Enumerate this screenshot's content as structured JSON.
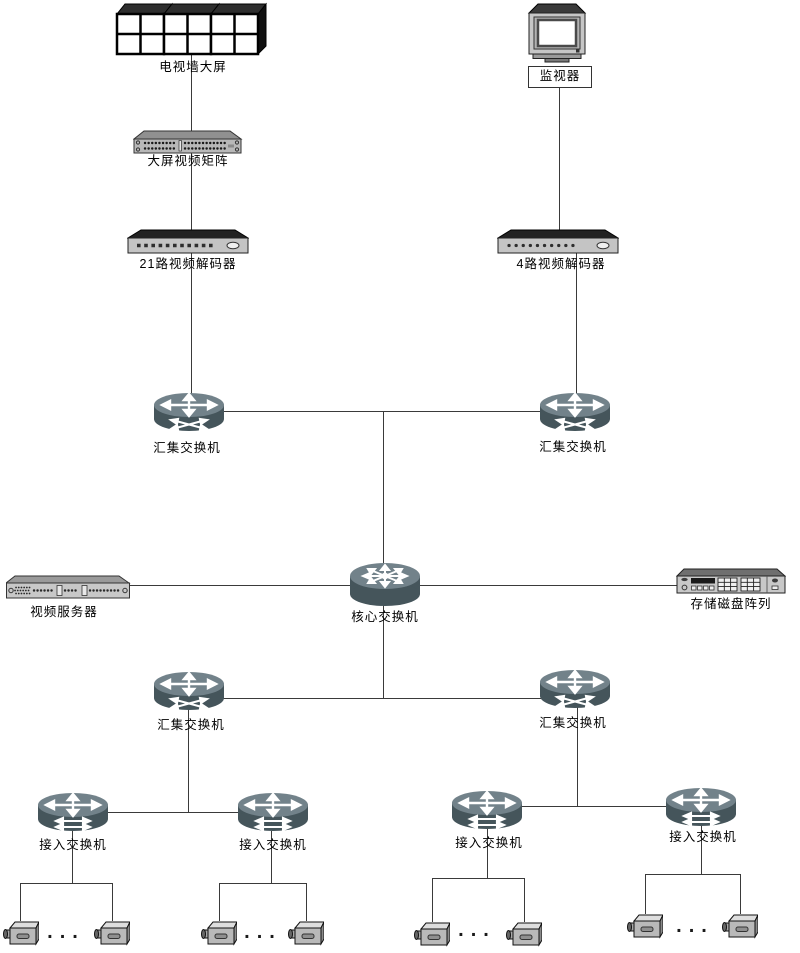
{
  "diagram": {
    "kind": "network-topology",
    "language": "zh-CN",
    "colors": {
      "background": "#ffffff",
      "line": "#3a3a3a",
      "switch_body": "#45555b",
      "switch_top": "#72828a",
      "switch_glyph": "#ffffff",
      "rack_face": "#c4c4c4",
      "rack_top_dark": "#222222",
      "rack_top_gray": "#909090"
    },
    "nodes": {
      "tv_wall": {
        "label": "电视墙大屏",
        "type": "tv-wall"
      },
      "monitor": {
        "label": "监视器",
        "type": "crt-monitor"
      },
      "video_matrix": {
        "label": "大屏视频矩阵",
        "type": "rack-matrix"
      },
      "decoder_21ch": {
        "label": "21路视频解码器",
        "type": "rack-decoder"
      },
      "decoder_4ch": {
        "label": "4路视频解码器",
        "type": "rack-decoder"
      },
      "agg_switch_top_left": {
        "label": "汇集交换机",
        "type": "switch-aggregation"
      },
      "agg_switch_top_right": {
        "label": "汇集交换机",
        "type": "switch-aggregation"
      },
      "core_switch": {
        "label": "核心交换机",
        "type": "switch-core"
      },
      "video_server": {
        "label": "视频服务器",
        "type": "rack-server"
      },
      "storage_array": {
        "label": "存储磁盘阵列",
        "type": "rack-storage"
      },
      "agg_switch_bottom_left": {
        "label": "汇集交换机",
        "type": "switch-aggregation"
      },
      "agg_switch_bottom_right": {
        "label": "汇集交换机",
        "type": "switch-aggregation"
      },
      "access_switch_1": {
        "label": "接入交换机",
        "type": "switch-access"
      },
      "access_switch_2": {
        "label": "接入交换机",
        "type": "switch-access"
      },
      "access_switch_3": {
        "label": "接入交换机",
        "type": "switch-access"
      },
      "access_switch_4": {
        "label": "接入交换机",
        "type": "switch-access"
      },
      "camera_group_1": {
        "ellipsis": "...",
        "type": "camera-pair"
      },
      "camera_group_2": {
        "ellipsis": "...",
        "type": "camera-pair"
      },
      "camera_group_3": {
        "ellipsis": "...",
        "type": "camera-pair"
      },
      "camera_group_4": {
        "ellipsis": "...",
        "type": "camera-pair"
      }
    },
    "edges": [
      {
        "from": "tv_wall",
        "to": "video_matrix"
      },
      {
        "from": "video_matrix",
        "to": "decoder_21ch"
      },
      {
        "from": "decoder_21ch",
        "to": "agg_switch_top_left"
      },
      {
        "from": "monitor",
        "to": "decoder_4ch"
      },
      {
        "from": "decoder_4ch",
        "to": "agg_switch_top_right"
      },
      {
        "from": "agg_switch_top_left",
        "to": "core_switch"
      },
      {
        "from": "agg_switch_top_right",
        "to": "core_switch"
      },
      {
        "from": "video_server",
        "to": "core_switch"
      },
      {
        "from": "storage_array",
        "to": "core_switch"
      },
      {
        "from": "core_switch",
        "to": "agg_switch_bottom_left"
      },
      {
        "from": "core_switch",
        "to": "agg_switch_bottom_right"
      },
      {
        "from": "agg_switch_bottom_left",
        "to": "access_switch_1"
      },
      {
        "from": "agg_switch_bottom_left",
        "to": "access_switch_2"
      },
      {
        "from": "agg_switch_bottom_right",
        "to": "access_switch_3"
      },
      {
        "from": "agg_switch_bottom_right",
        "to": "access_switch_4"
      },
      {
        "from": "access_switch_1",
        "to": "camera_group_1"
      },
      {
        "from": "access_switch_2",
        "to": "camera_group_2"
      },
      {
        "from": "access_switch_3",
        "to": "camera_group_3"
      },
      {
        "from": "access_switch_4",
        "to": "camera_group_4"
      }
    ]
  }
}
